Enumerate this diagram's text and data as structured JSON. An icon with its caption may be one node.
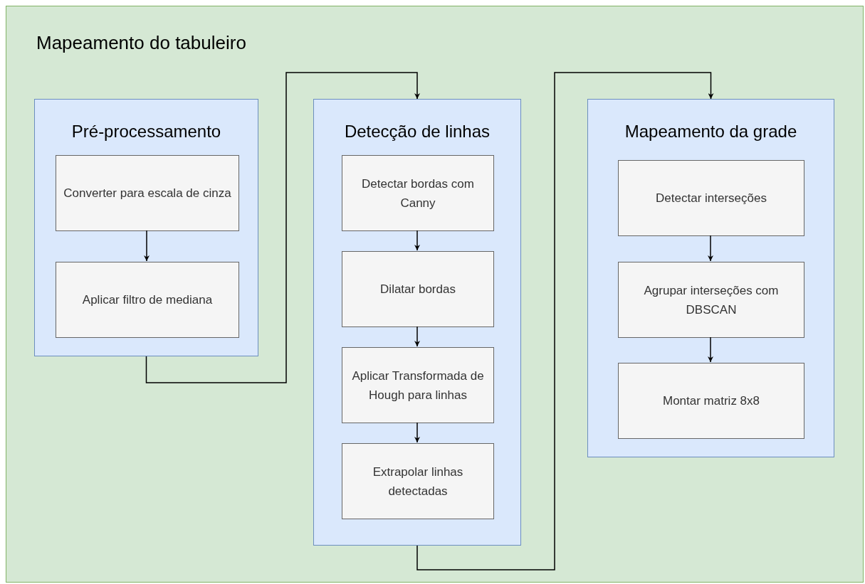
{
  "diagram": {
    "nodes": [
      {
        "text": [
          "Mapeamento do tabuleiro"
        ]
      },
      {
        "text": [
          "Pré-processamento"
        ],
        "in": 0
      },
      {
        "text": [
          "Converter para escala de cinza"
        ],
        "in": 1
      },
      {
        "text": [
          "Aplicar filtro de mediana"
        ],
        "in": 1
      },
      {
        "text": [
          "Detecção de linhas"
        ],
        "in": 0
      },
      {
        "text": [
          "Detectar bordas com Canny"
        ],
        "in": 4
      },
      {
        "text": [
          "Dilatar bordas"
        ],
        "in": 4
      },
      {
        "text": [
          "Aplicar Transformada de Hough para linhas"
        ],
        "in": 4
      },
      {
        "text": [
          "Extrapolar linhas detectadas"
        ],
        "in": 4
      },
      {
        "text": [
          "Mapeamento da grade"
        ],
        "in": 0
      },
      {
        "text": [
          "Detectar interseções"
        ],
        "in": 9
      },
      {
        "text": [
          "Agrupar interseções com DBSCAN"
        ],
        "in": 9
      },
      {
        "text": [
          "Montar matriz 8x8"
        ],
        "in": 9
      }
    ],
    "edges": [
      {
        "from": 2,
        "to": 3,
        "arrow": "to"
      },
      {
        "from": 1,
        "to": 4,
        "arrow": "to"
      },
      {
        "from": 5,
        "to": 6,
        "arrow": "to"
      },
      {
        "from": 6,
        "to": 7,
        "arrow": "to"
      },
      {
        "from": 7,
        "to": 8,
        "arrow": "to"
      },
      {
        "from": 4,
        "to": 9,
        "arrow": "to"
      },
      {
        "from": 10,
        "to": 11,
        "arrow": "to"
      },
      {
        "from": 11,
        "to": 12,
        "arrow": "to"
      }
    ]
  }
}
